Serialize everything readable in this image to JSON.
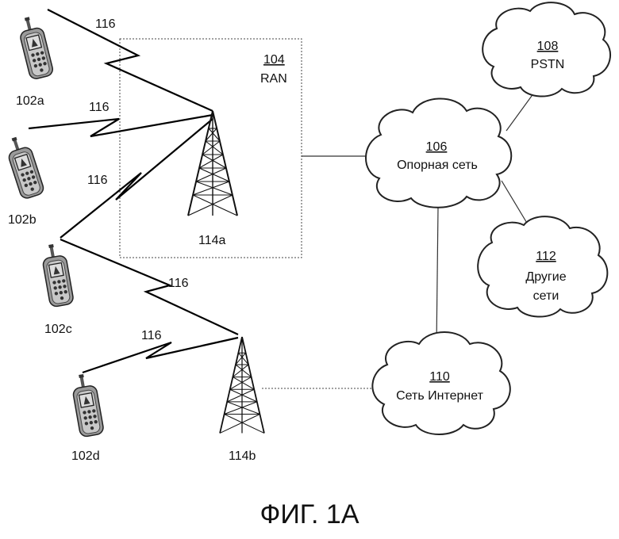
{
  "wtrus": [
    {
      "id": "102a",
      "label": "102a"
    },
    {
      "id": "102b",
      "label": "102b"
    },
    {
      "id": "102c",
      "label": "102c"
    },
    {
      "id": "102d",
      "label": "102d"
    }
  ],
  "base_stations": [
    {
      "id": "114a",
      "label": "114a"
    },
    {
      "id": "114b",
      "label": "114b"
    }
  ],
  "ran": {
    "number": "104",
    "name": "RAN"
  },
  "core": {
    "number": "106",
    "name": "Опорная сеть"
  },
  "pstn": {
    "number": "108",
    "name": "PSTN"
  },
  "internet": {
    "number": "110",
    "name": "Сеть Интернет"
  },
  "other": {
    "number": "112",
    "name_line1": "Другие",
    "name_line2": "сети"
  },
  "air_interface": {
    "label": "116"
  },
  "caption": "ФИГ. 1А"
}
